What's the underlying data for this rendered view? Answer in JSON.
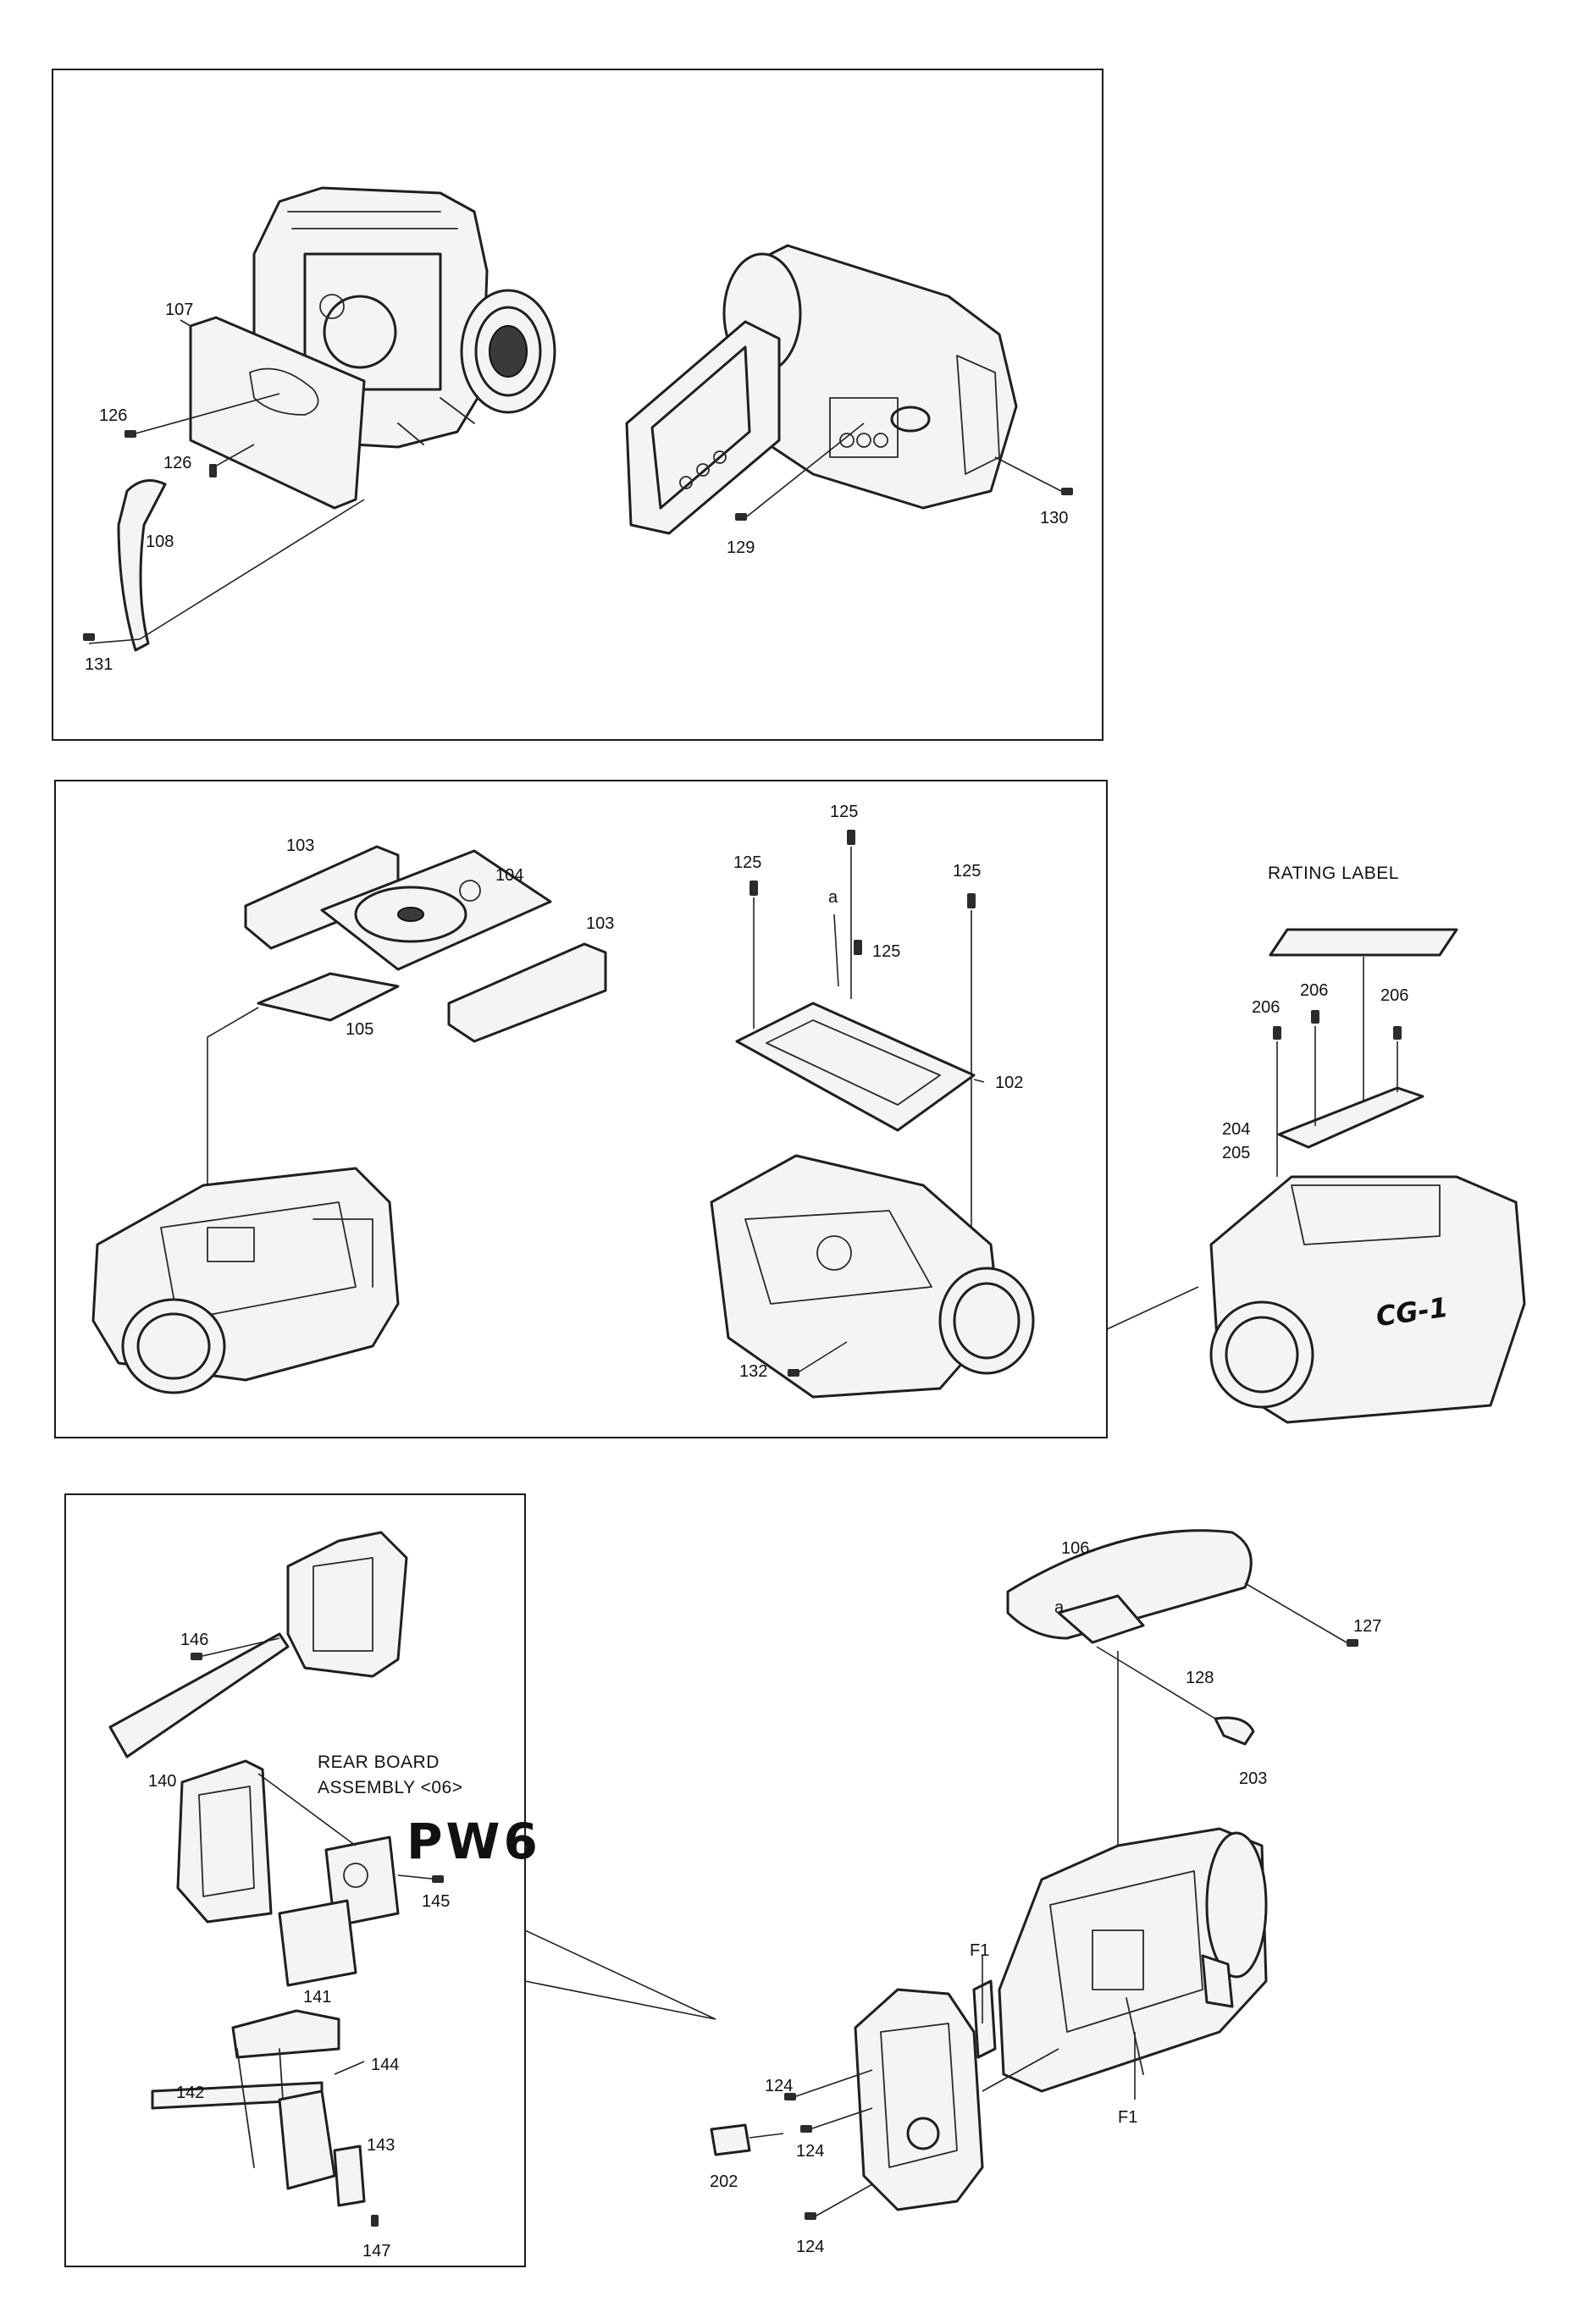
{
  "diagram": {
    "panels": [
      {
        "id": "top",
        "labels": [
          "107",
          "126",
          "126",
          "108",
          "131",
          "129",
          "130"
        ]
      },
      {
        "id": "middle",
        "labels": [
          "103",
          "104",
          "103",
          "105",
          "125",
          "125",
          "125",
          "125",
          "a",
          "102",
          "132"
        ]
      },
      {
        "id": "callout",
        "labels": [
          "RATING LABEL",
          "206",
          "206",
          "206",
          "204",
          "205"
        ]
      },
      {
        "id": "bottom-left",
        "labels": [
          "146",
          "140",
          "145",
          "141",
          "144",
          "142",
          "143",
          "147"
        ]
      },
      {
        "id": "bottom-right",
        "labels": [
          "106",
          "127",
          "a",
          "128",
          "203",
          "F1",
          "F1",
          "124",
          "124",
          "124",
          "202"
        ]
      }
    ],
    "rear_board_line1": "REAR BOARD",
    "rear_board_line2": "ASSEMBLY <06>",
    "handwritten_note": "PW6",
    "logo_text": "CG-1"
  }
}
